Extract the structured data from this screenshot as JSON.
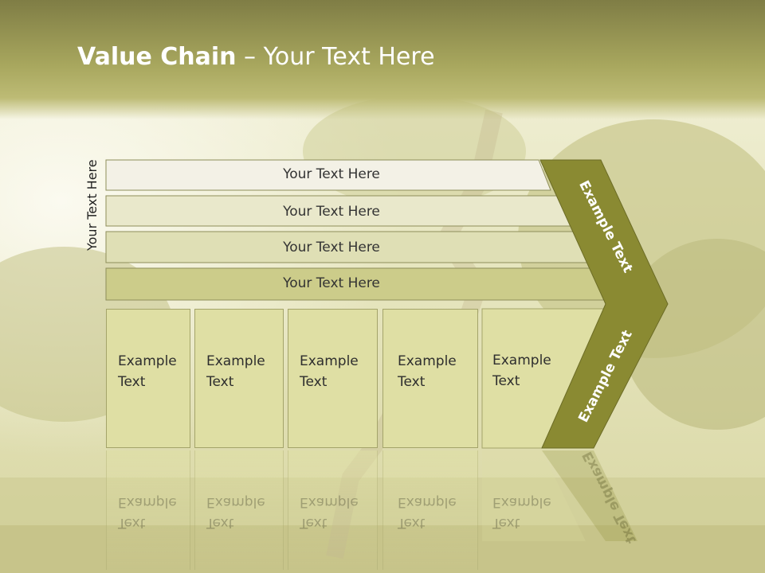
{
  "title": {
    "bold": "Value Chain",
    "rest": " – Your Text Here"
  },
  "side_label": "Your Text Here",
  "bars": [
    {
      "label": "Your Text Here"
    },
    {
      "label": "Your Text Here"
    },
    {
      "label": "Your Text Here"
    },
    {
      "label": "Your Text Here"
    }
  ],
  "boxes": [
    {
      "line1": "Example",
      "line2": "Text"
    },
    {
      "line1": "Example",
      "line2": "Text"
    },
    {
      "line1": "Example",
      "line2": "Text"
    },
    {
      "line1": "Example",
      "line2": "Text"
    },
    {
      "line1": "Example",
      "line2": "Text"
    }
  ],
  "chevron": {
    "upper": "Example Text",
    "lower": "Example Text"
  },
  "colors": {
    "header": "#8f8d4d",
    "chevron": "#8a8a32",
    "bar1": "#f3f1e6",
    "bar2": "#e9e8cb",
    "bar3": "#dfdfb5",
    "bar4": "#cccc8a",
    "box": "#dfdfa4"
  }
}
